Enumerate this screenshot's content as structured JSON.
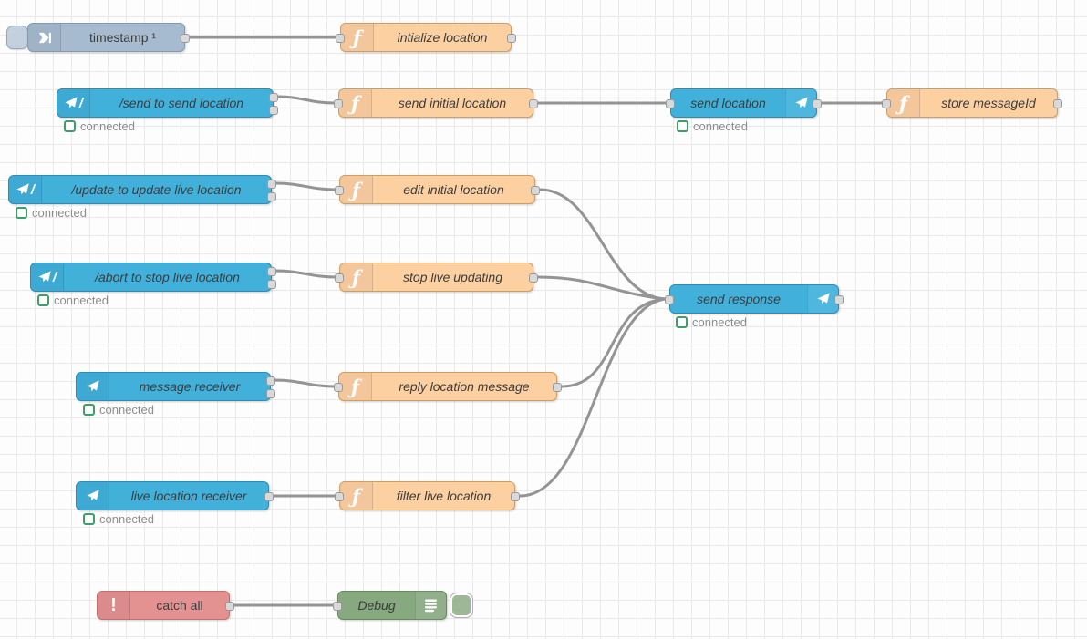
{
  "app": {
    "name": "Node-RED flow editor canvas",
    "flow": "Telegram live location bot"
  },
  "colors": {
    "inject_node": "#a6bbcf",
    "function_node": "#fdd0a2",
    "telegram_node": "#41b1dc",
    "catch_node": "#e49191",
    "debug_node": "#87a980",
    "wire": "#949494",
    "status_green": "#3e9e67",
    "port": "#d9d9d9"
  },
  "icons": {
    "function_glyph": "ƒ",
    "catch_glyph": "!",
    "command_slash": "/"
  },
  "nodes": [
    {
      "id": "inject-timestamp",
      "label": "timestamp ¹",
      "type": "inject"
    },
    {
      "id": "fn-initialize-location",
      "label": "intialize location",
      "type": "function"
    },
    {
      "id": "cmd-send",
      "label": "/send to send location",
      "type": "telegram-command",
      "status": "connected"
    },
    {
      "id": "fn-send-initial-location",
      "label": "send initial location",
      "type": "function"
    },
    {
      "id": "sender-send-location",
      "label": "send location",
      "type": "telegram-sender",
      "status": "connected"
    },
    {
      "id": "fn-store-messageid",
      "label": "store messageId",
      "type": "function"
    },
    {
      "id": "cmd-update",
      "label": "/update to update live location",
      "type": "telegram-command",
      "status": "connected"
    },
    {
      "id": "fn-edit-initial-location",
      "label": "edit initial location",
      "type": "function"
    },
    {
      "id": "cmd-abort",
      "label": "/abort to stop live location",
      "type": "telegram-command",
      "status": "connected"
    },
    {
      "id": "fn-stop-live-updating",
      "label": "stop live updating",
      "type": "function"
    },
    {
      "id": "sender-send-response",
      "label": "send response",
      "type": "telegram-sender",
      "status": "connected"
    },
    {
      "id": "recv-message",
      "label": "message receiver",
      "type": "telegram-receiver",
      "status": "connected"
    },
    {
      "id": "fn-reply-location-message",
      "label": "reply location message",
      "type": "function"
    },
    {
      "id": "recv-live-location",
      "label": "live location receiver",
      "type": "telegram-receiver",
      "status": "connected"
    },
    {
      "id": "fn-filter-live-location",
      "label": "filter live location",
      "type": "function"
    },
    {
      "id": "catch-all",
      "label": "catch all",
      "type": "catch"
    },
    {
      "id": "debug",
      "label": "Debug",
      "type": "debug"
    }
  ]
}
